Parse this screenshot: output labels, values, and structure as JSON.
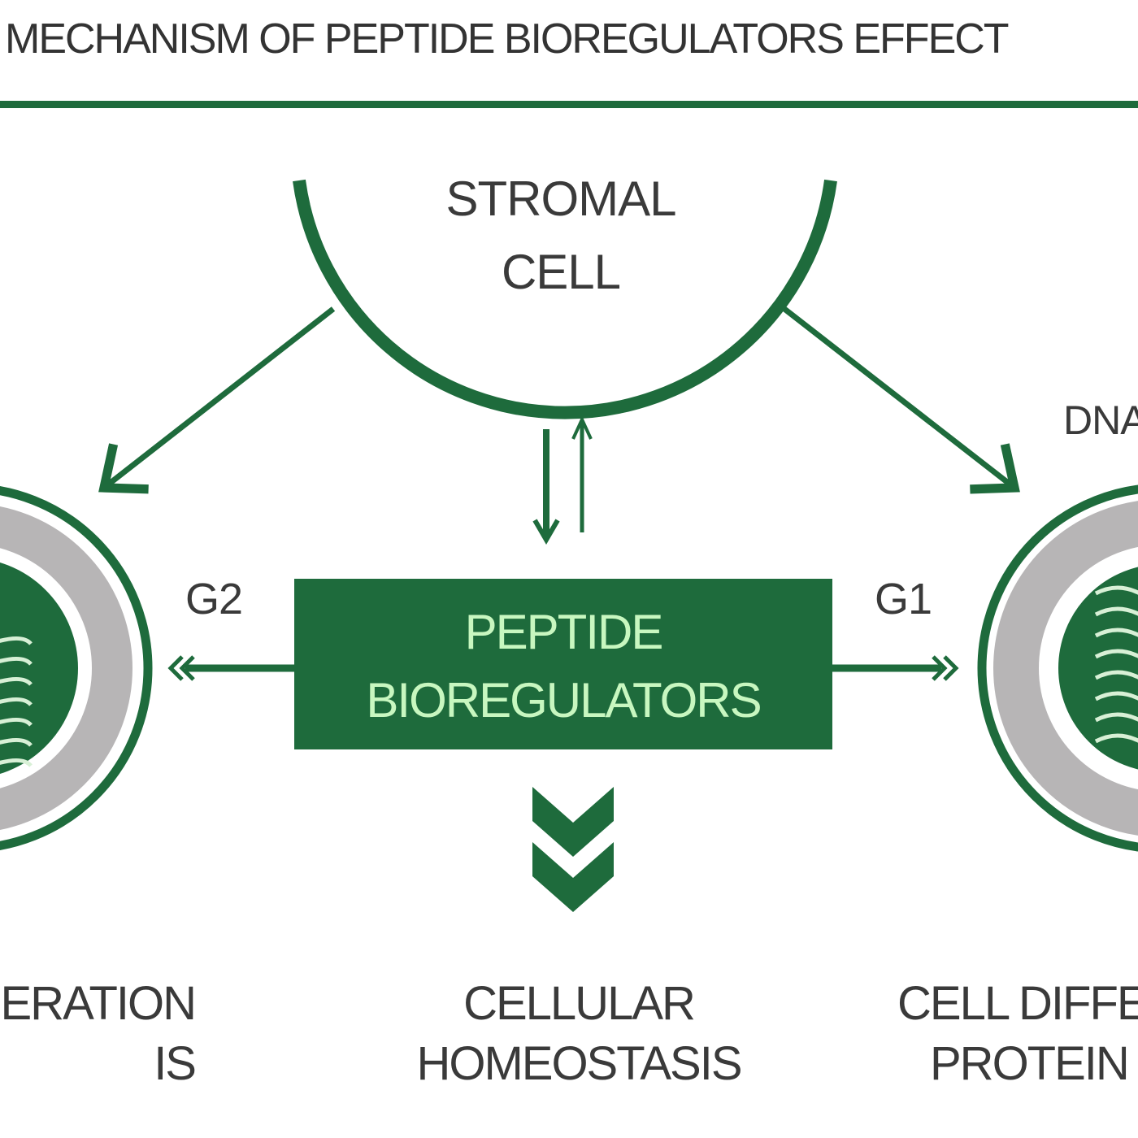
{
  "title": "MECHANISM OF PEPTIDE BIOREGULATORS EFFECT",
  "stromal_cell": {
    "line1": "STROMAL",
    "line2": "CELL"
  },
  "center_box": {
    "line1": "PEPTIDE",
    "line2": "BIOREGULATORS"
  },
  "labels": {
    "g2": "G2",
    "g1": "G1",
    "dna": "DNA"
  },
  "bottom": {
    "left": {
      "line1": "ERATION",
      "line2": "IS"
    },
    "center": {
      "line1": "CELLULAR",
      "line2": "HOMEOSTASIS"
    },
    "right": {
      "line1": "CELL DIFFE",
      "line2": "PROTEIN"
    }
  },
  "colors": {
    "green": "#1e6b3c",
    "gray": "#b7b5b6",
    "box_text": "#c8f7c0",
    "text": "#3a3a3a"
  }
}
